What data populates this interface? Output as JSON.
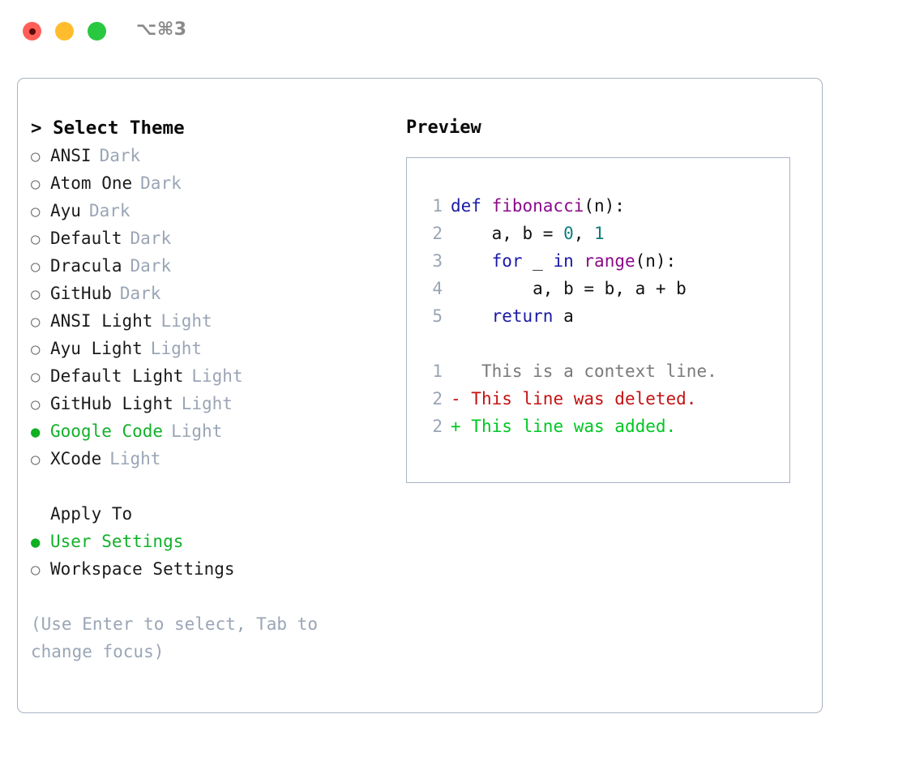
{
  "titlebar": {
    "shortcut": "⌥⌘3",
    "buttons": [
      {
        "name": "close",
        "color": "#ff5f57"
      },
      {
        "name": "minimize",
        "color": "#ffbd2e"
      },
      {
        "name": "maximize",
        "color": "#28c840"
      }
    ]
  },
  "theme_list": {
    "header": "> Select Theme",
    "options": [
      {
        "marker": "○",
        "label": "ANSI",
        "badge": "Dark",
        "selected": false
      },
      {
        "marker": "○",
        "label": "Atom One",
        "badge": "Dark",
        "selected": false
      },
      {
        "marker": "○",
        "label": "Ayu",
        "badge": "Dark",
        "selected": false
      },
      {
        "marker": "○",
        "label": "Default",
        "badge": "Dark",
        "selected": false
      },
      {
        "marker": "○",
        "label": "Dracula",
        "badge": "Dark",
        "selected": false
      },
      {
        "marker": "○",
        "label": "GitHub",
        "badge": "Dark",
        "selected": false
      },
      {
        "marker": "○",
        "label": "ANSI Light",
        "badge": "Light",
        "selected": false
      },
      {
        "marker": "○",
        "label": "Ayu Light",
        "badge": "Light",
        "selected": false
      },
      {
        "marker": "○",
        "label": "Default Light",
        "badge": "Light",
        "selected": false
      },
      {
        "marker": "○",
        "label": "GitHub Light",
        "badge": "Light",
        "selected": false
      },
      {
        "marker": "●",
        "label": "Google Code",
        "badge": "Light",
        "selected": true
      },
      {
        "marker": "○",
        "label": "XCode",
        "badge": "Light",
        "selected": false
      }
    ]
  },
  "apply_to": {
    "title": "Apply To",
    "options": [
      {
        "marker": "●",
        "label": "User Settings",
        "selected": true
      },
      {
        "marker": "○",
        "label": "Workspace Settings",
        "selected": false
      }
    ]
  },
  "hint": "(Use Enter to select, Tab to change focus)",
  "preview": {
    "title": "Preview",
    "code_lines": [
      {
        "number": "1",
        "tokens": [
          {
            "text": "def ",
            "type": "kw"
          },
          {
            "text": "fibonacci",
            "type": "fn"
          },
          {
            "text": "(n):",
            "type": "pl"
          }
        ]
      },
      {
        "number": "2",
        "tokens": [
          {
            "text": "    a, b = ",
            "type": "pl"
          },
          {
            "text": "0",
            "type": "num"
          },
          {
            "text": ", ",
            "type": "pl"
          },
          {
            "text": "1",
            "type": "num"
          }
        ]
      },
      {
        "number": "3",
        "tokens": [
          {
            "text": "    ",
            "type": "pl"
          },
          {
            "text": "for",
            "type": "kw"
          },
          {
            "text": " _ ",
            "type": "pl"
          },
          {
            "text": "in",
            "type": "kw"
          },
          {
            "text": " ",
            "type": "pl"
          },
          {
            "text": "range",
            "type": "fn"
          },
          {
            "text": "(n):",
            "type": "pl"
          }
        ]
      },
      {
        "number": "4",
        "tokens": [
          {
            "text": "        a, b = b, a + b",
            "type": "pl"
          }
        ]
      },
      {
        "number": "5",
        "tokens": [
          {
            "text": "    ",
            "type": "pl"
          },
          {
            "text": "return",
            "type": "kw"
          },
          {
            "text": " a",
            "type": "pl"
          }
        ]
      }
    ],
    "diff_lines": [
      {
        "number": "1",
        "sign": " ",
        "text": "  This is a context line.",
        "type": "context"
      },
      {
        "number": "2",
        "sign": "-",
        "text": " This line was deleted.",
        "type": "del"
      },
      {
        "number": "2",
        "sign": "+",
        "text": " This line was added.",
        "type": "add"
      }
    ]
  },
  "colors": {
    "accent_green": "#12b12a",
    "muted": "#9aa5b5",
    "border": "#a9b3c4",
    "keyword": "#1a1aa6",
    "function": "#8b0a8b",
    "number": "#0d7d7d",
    "diff_deleted": "#c41212",
    "diff_added": "#00c722"
  }
}
